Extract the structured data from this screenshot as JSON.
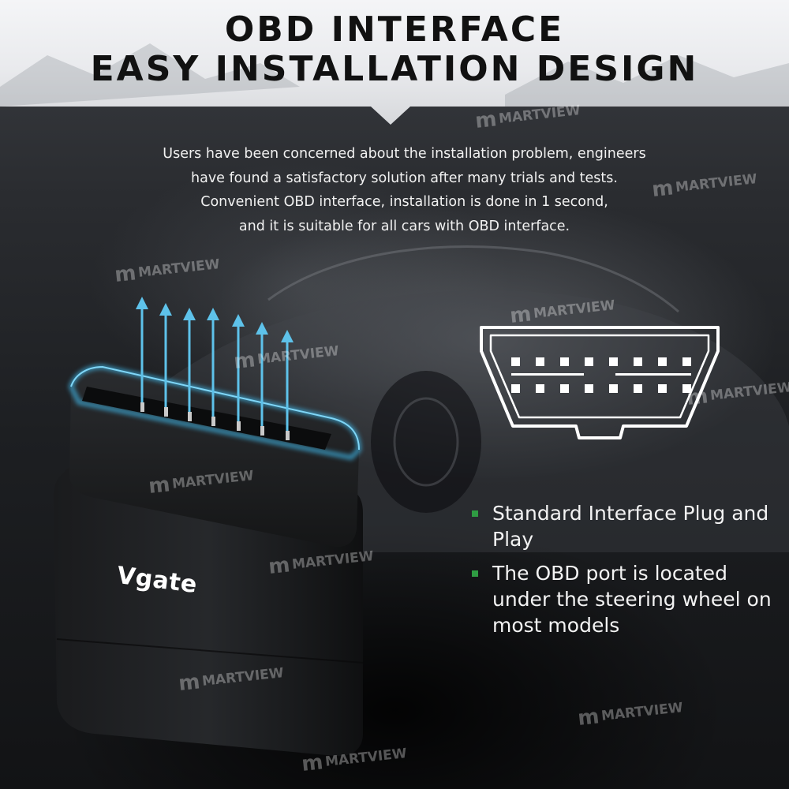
{
  "title": {
    "line1": "OBD INTERFACE",
    "line2": "EASY INSTALLATION DESIGN"
  },
  "description": [
    "Users have been concerned about the installation problem, engineers",
    "have found a satisfactory solution after many trials and tests.",
    "Convenient OBD interface, installation is done in 1 second,",
    "and it is suitable for all cars with OBD interface."
  ],
  "features": [
    "Standard Interface Plug and Play",
    "The OBD port is located under the steering wheel on most models"
  ],
  "brand": "Vgate",
  "watermark": "MARTVIEW",
  "colors": {
    "bullet": "#2f9c43",
    "accent_glow": "#3fb6e6",
    "arrow": "#5ec2ea"
  },
  "icons": [
    "obd-connector-diagram-icon",
    "up-arrow-icon",
    "martview-logo-icon"
  ]
}
